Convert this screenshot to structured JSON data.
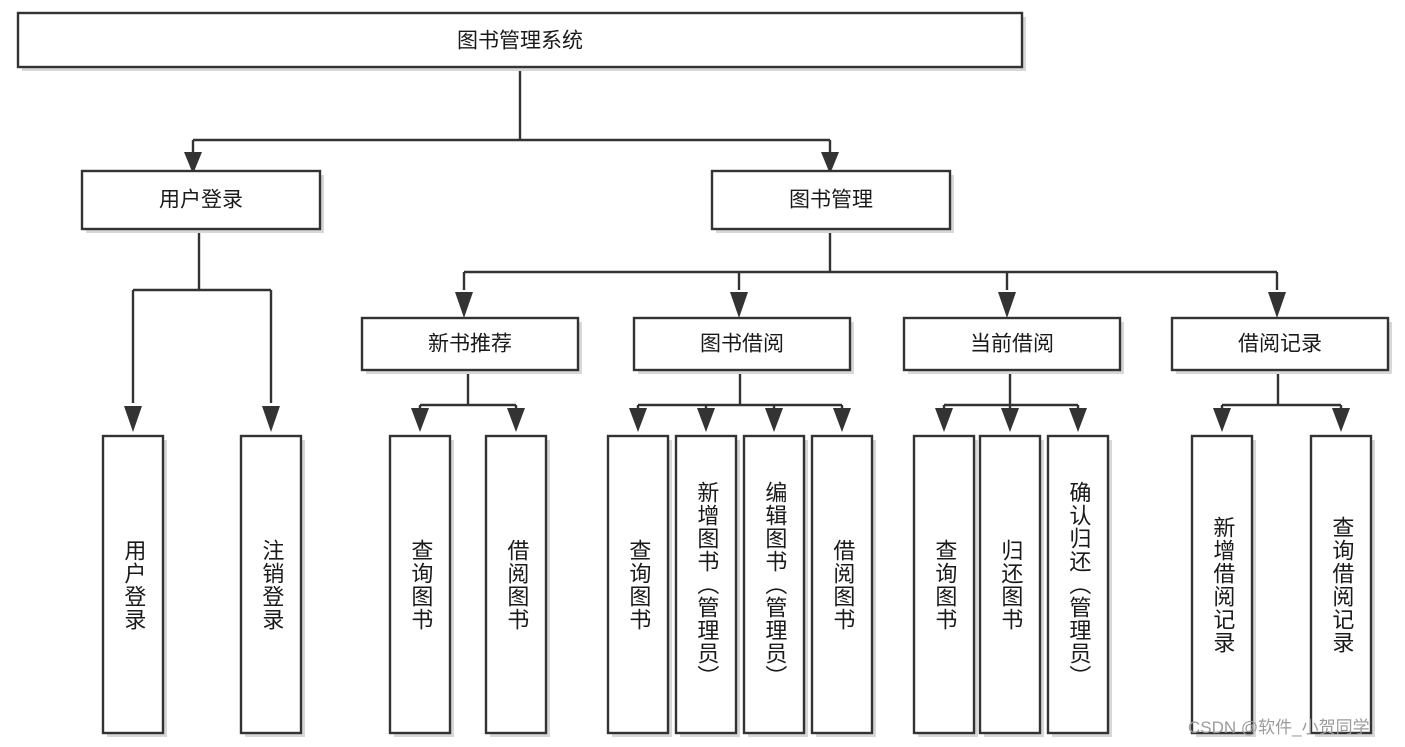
{
  "diagram": {
    "title": "图书管理系统",
    "type": "tree-hierarchy",
    "watermark": "CSDN @软件_小贺同学",
    "colors": {
      "background": "#ffffff",
      "box_fill": "#ffffff",
      "box_stroke": "#333333",
      "text": "#1a1a1a",
      "watermark": "#9b9b9b"
    },
    "levels": {
      "root": {
        "label": "图书管理系统"
      },
      "level2": [
        {
          "label": "用户登录"
        },
        {
          "label": "图书管理"
        }
      ],
      "level3": [
        {
          "label": "新书推荐"
        },
        {
          "label": "图书借阅"
        },
        {
          "label": "当前借阅"
        },
        {
          "label": "借阅记录"
        }
      ],
      "leaves": [
        {
          "label": "用户登录",
          "parent": "用户登录"
        },
        {
          "label": "注销登录",
          "parent": "用户登录"
        },
        {
          "label": "查询图书",
          "parent": "新书推荐"
        },
        {
          "label": "借阅图书",
          "parent": "新书推荐"
        },
        {
          "label": "查询图书",
          "parent": "图书借阅"
        },
        {
          "label": "新增图书（管理员）",
          "parent": "图书借阅"
        },
        {
          "label": "编辑图书（管理员）",
          "parent": "图书借阅"
        },
        {
          "label": "借阅图书",
          "parent": "图书借阅"
        },
        {
          "label": "查询图书",
          "parent": "当前借阅"
        },
        {
          "label": "归还图书",
          "parent": "当前借阅"
        },
        {
          "label": "确认归还（管理员）",
          "parent": "当前借阅"
        },
        {
          "label": "新增借阅记录",
          "parent": "借阅记录"
        },
        {
          "label": "查询借阅记录",
          "parent": "借阅记录"
        }
      ]
    }
  }
}
